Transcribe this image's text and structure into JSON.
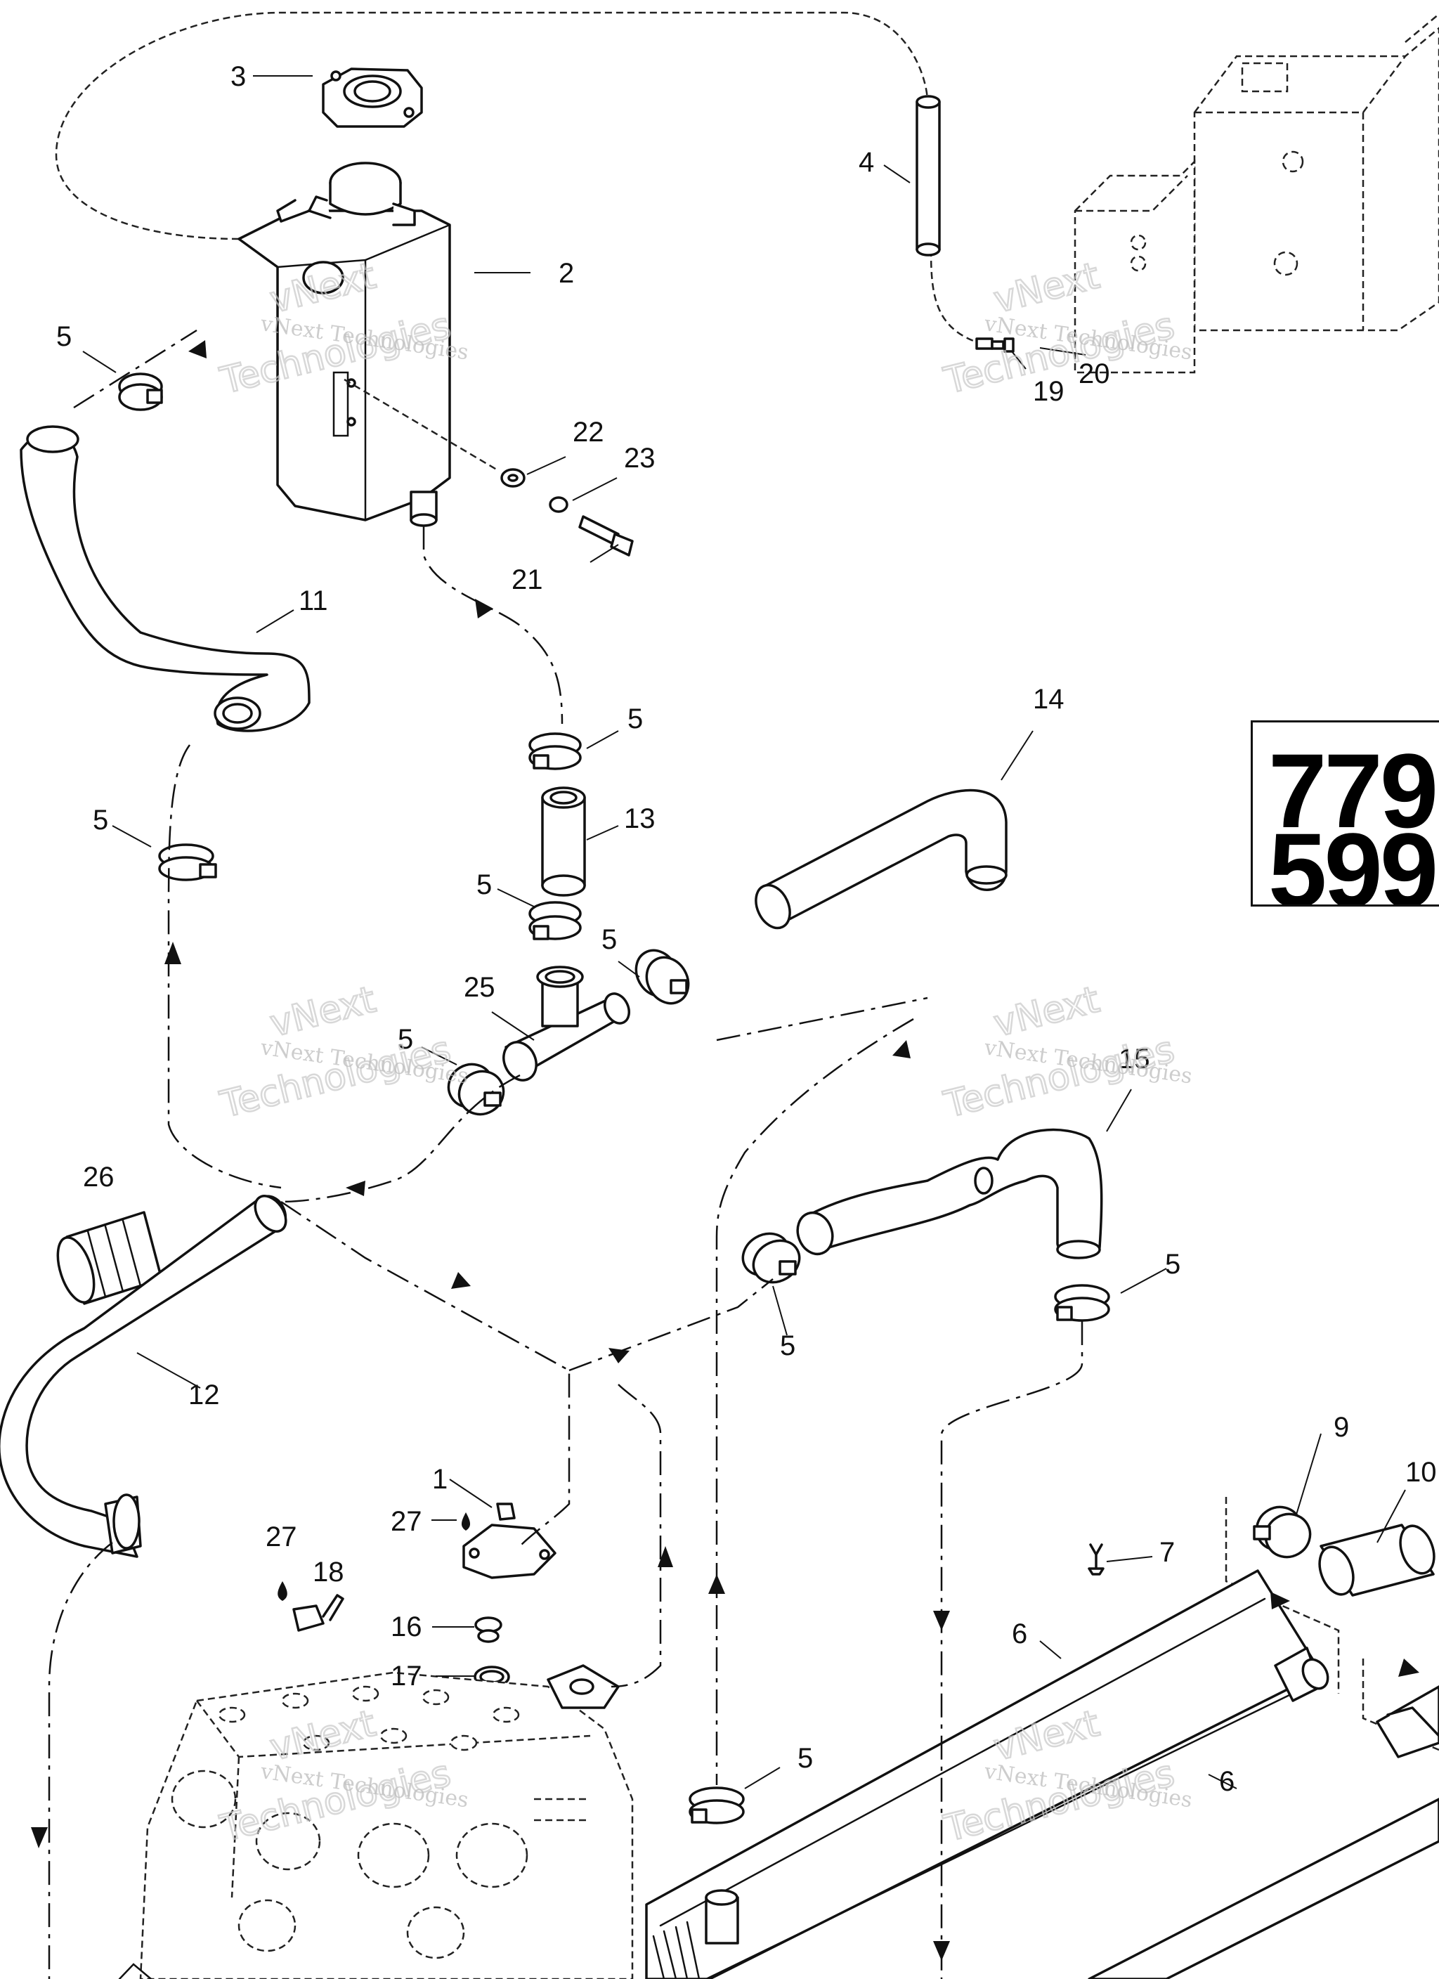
{
  "diagram": {
    "callouts": [
      {
        "key": "p3",
        "label": "3"
      },
      {
        "key": "p2",
        "label": "2"
      },
      {
        "key": "p4",
        "label": "4"
      },
      {
        "key": "p5a",
        "label": "5"
      },
      {
        "key": "p22",
        "label": "22"
      },
      {
        "key": "p23",
        "label": "23"
      },
      {
        "key": "p21",
        "label": "21"
      },
      {
        "key": "p11",
        "label": "11"
      },
      {
        "key": "p19",
        "label": "19"
      },
      {
        "key": "p20",
        "label": "20"
      },
      {
        "key": "p14",
        "label": "14"
      },
      {
        "key": "p5b",
        "label": "5"
      },
      {
        "key": "p13",
        "label": "13"
      },
      {
        "key": "p5c",
        "label": "5"
      },
      {
        "key": "p5d",
        "label": "5"
      },
      {
        "key": "p5e",
        "label": "5"
      },
      {
        "key": "p25",
        "label": "25"
      },
      {
        "key": "p5f",
        "label": "5"
      },
      {
        "key": "p15",
        "label": "15"
      },
      {
        "key": "p26",
        "label": "26"
      },
      {
        "key": "p12",
        "label": "12"
      },
      {
        "key": "p5g",
        "label": "5"
      },
      {
        "key": "p5h",
        "label": "5"
      },
      {
        "key": "p1",
        "label": "1"
      },
      {
        "key": "p27a",
        "label": "27"
      },
      {
        "key": "p27b",
        "label": "27"
      },
      {
        "key": "p18",
        "label": "18"
      },
      {
        "key": "p16",
        "label": "16"
      },
      {
        "key": "p17",
        "label": "17"
      },
      {
        "key": "p9",
        "label": "9"
      },
      {
        "key": "p10",
        "label": "10"
      },
      {
        "key": "p7",
        "label": "7"
      },
      {
        "key": "p6a",
        "label": "6"
      },
      {
        "key": "p6b",
        "label": "6"
      },
      {
        "key": "p5i",
        "label": "5"
      }
    ],
    "model_numbers": [
      "779",
      "599"
    ],
    "watermark": {
      "line1": "vNext Technologies",
      "line2": "vNext",
      "line3": "Technologies"
    }
  }
}
